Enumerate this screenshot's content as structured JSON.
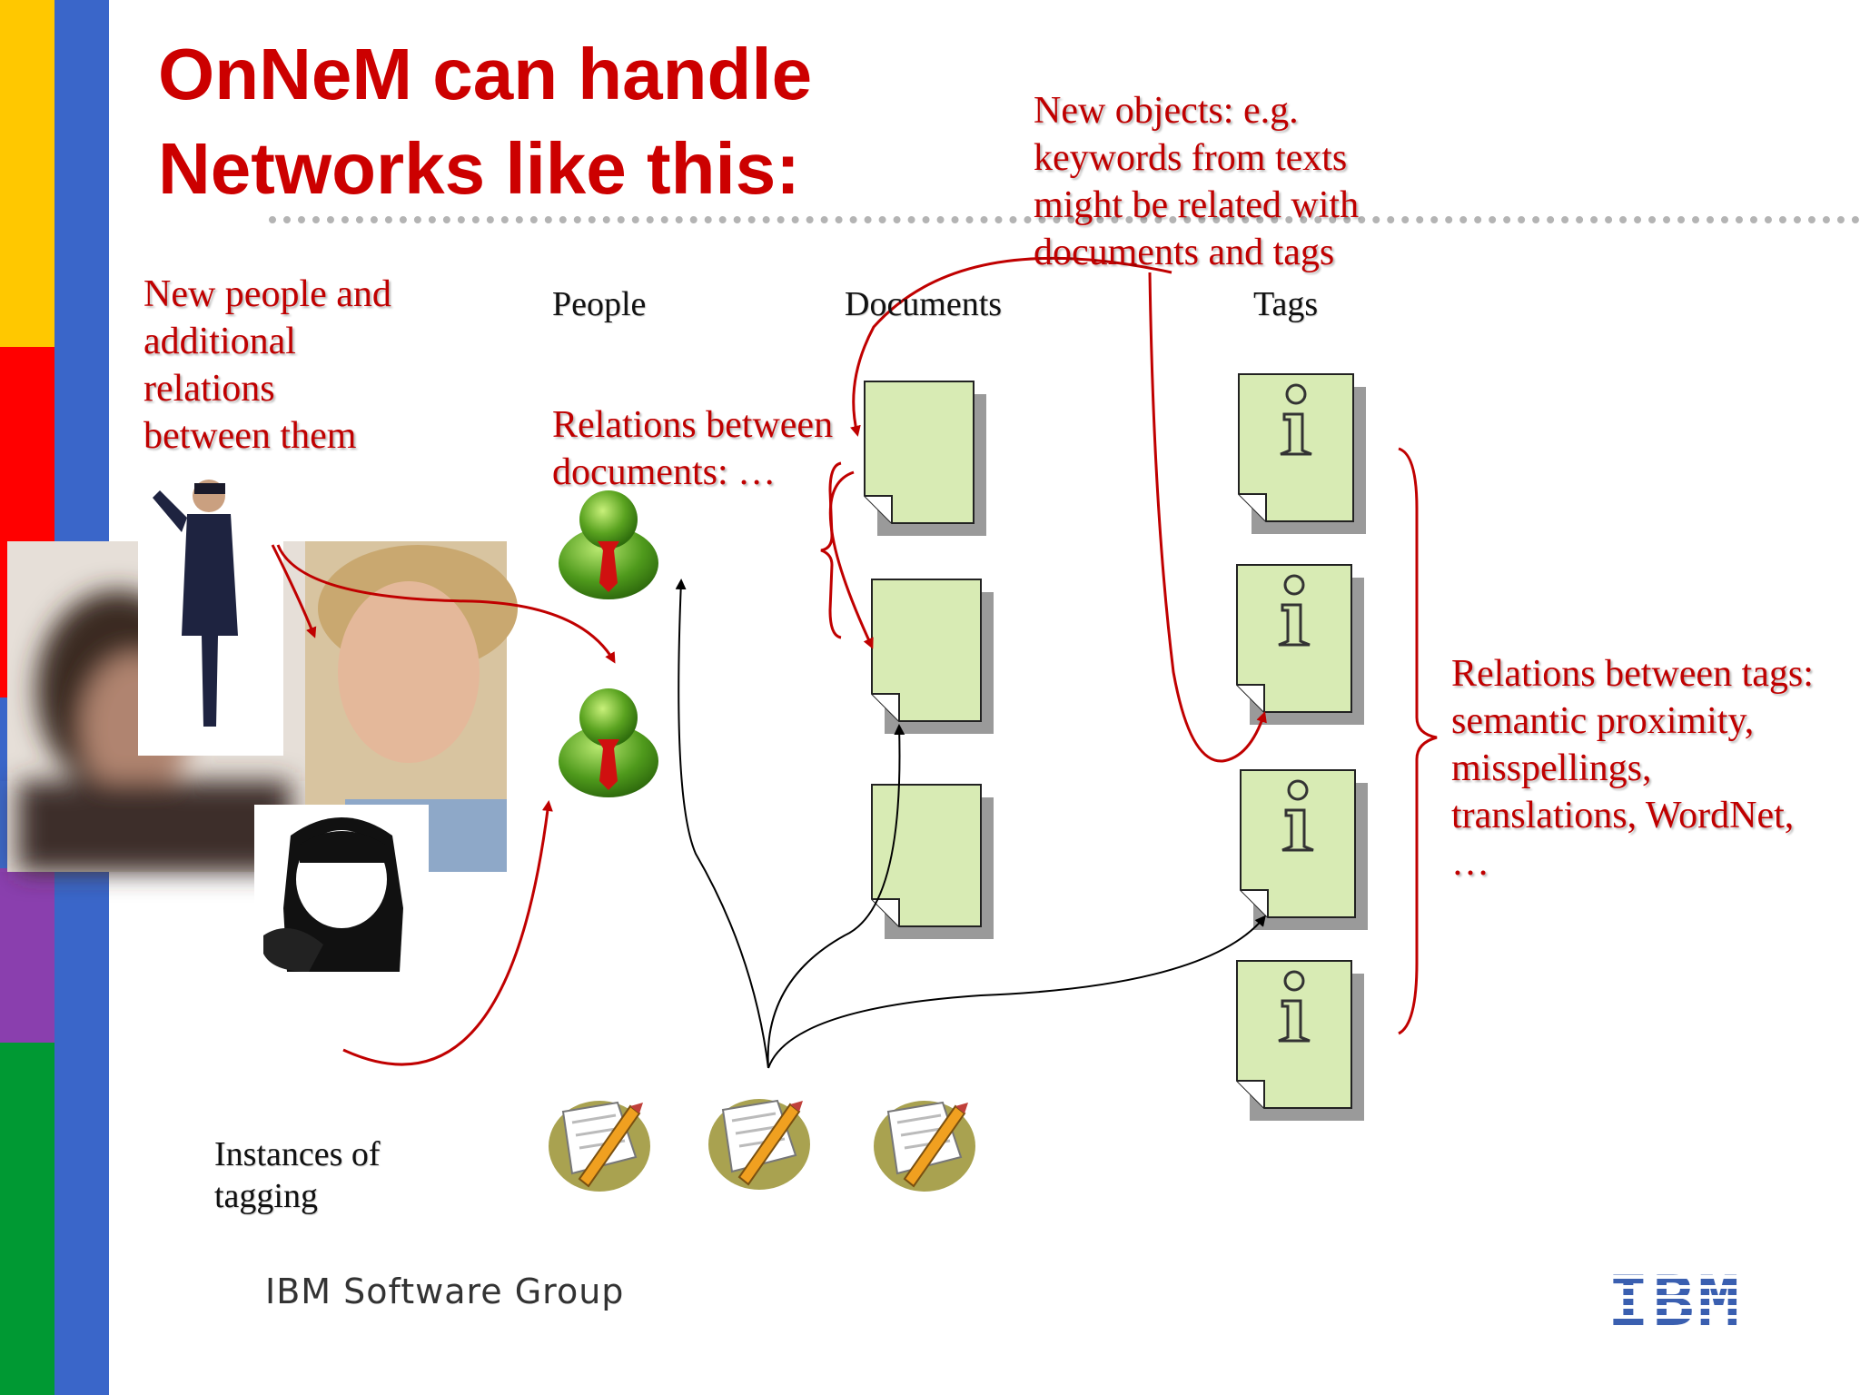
{
  "slide": {
    "title_line1": "OnNeM can handle",
    "title_line2": "Networks like this:",
    "footer": "IBM Software Group",
    "logo_text": "IBM"
  },
  "labels": {
    "people": "People",
    "documents": "Documents",
    "tags": "Tags",
    "instances_line1": "Instances of",
    "instances_line2": "tagging"
  },
  "annotations": {
    "new_people": [
      "New people and",
      "additional",
      "relations",
      "between them"
    ],
    "relations_documents": [
      "Relations between",
      "documents: …"
    ],
    "new_objects": [
      "New objects: e.g.",
      "keywords from texts",
      "might be related with",
      "documents and tags"
    ],
    "relations_tags": [
      "Relations between tags:",
      "semantic proximity,",
      "misspellings,",
      "translations, WordNet,",
      "…"
    ]
  },
  "icons": {
    "person": "green-person-icon",
    "document": "document-icon",
    "tag": "info-tag-icon",
    "tagging": "pencil-note-icon"
  },
  "colors": {
    "title_red": "#cc0000",
    "annotation_red": "#c00000",
    "node_fill": "#d8ebb4",
    "stripe_yellow": "#ffc800",
    "stripe_red": "#ff0000",
    "stripe_blue": "#3a66c9",
    "stripe_purple": "#8a3fae",
    "stripe_green": "#009933"
  }
}
